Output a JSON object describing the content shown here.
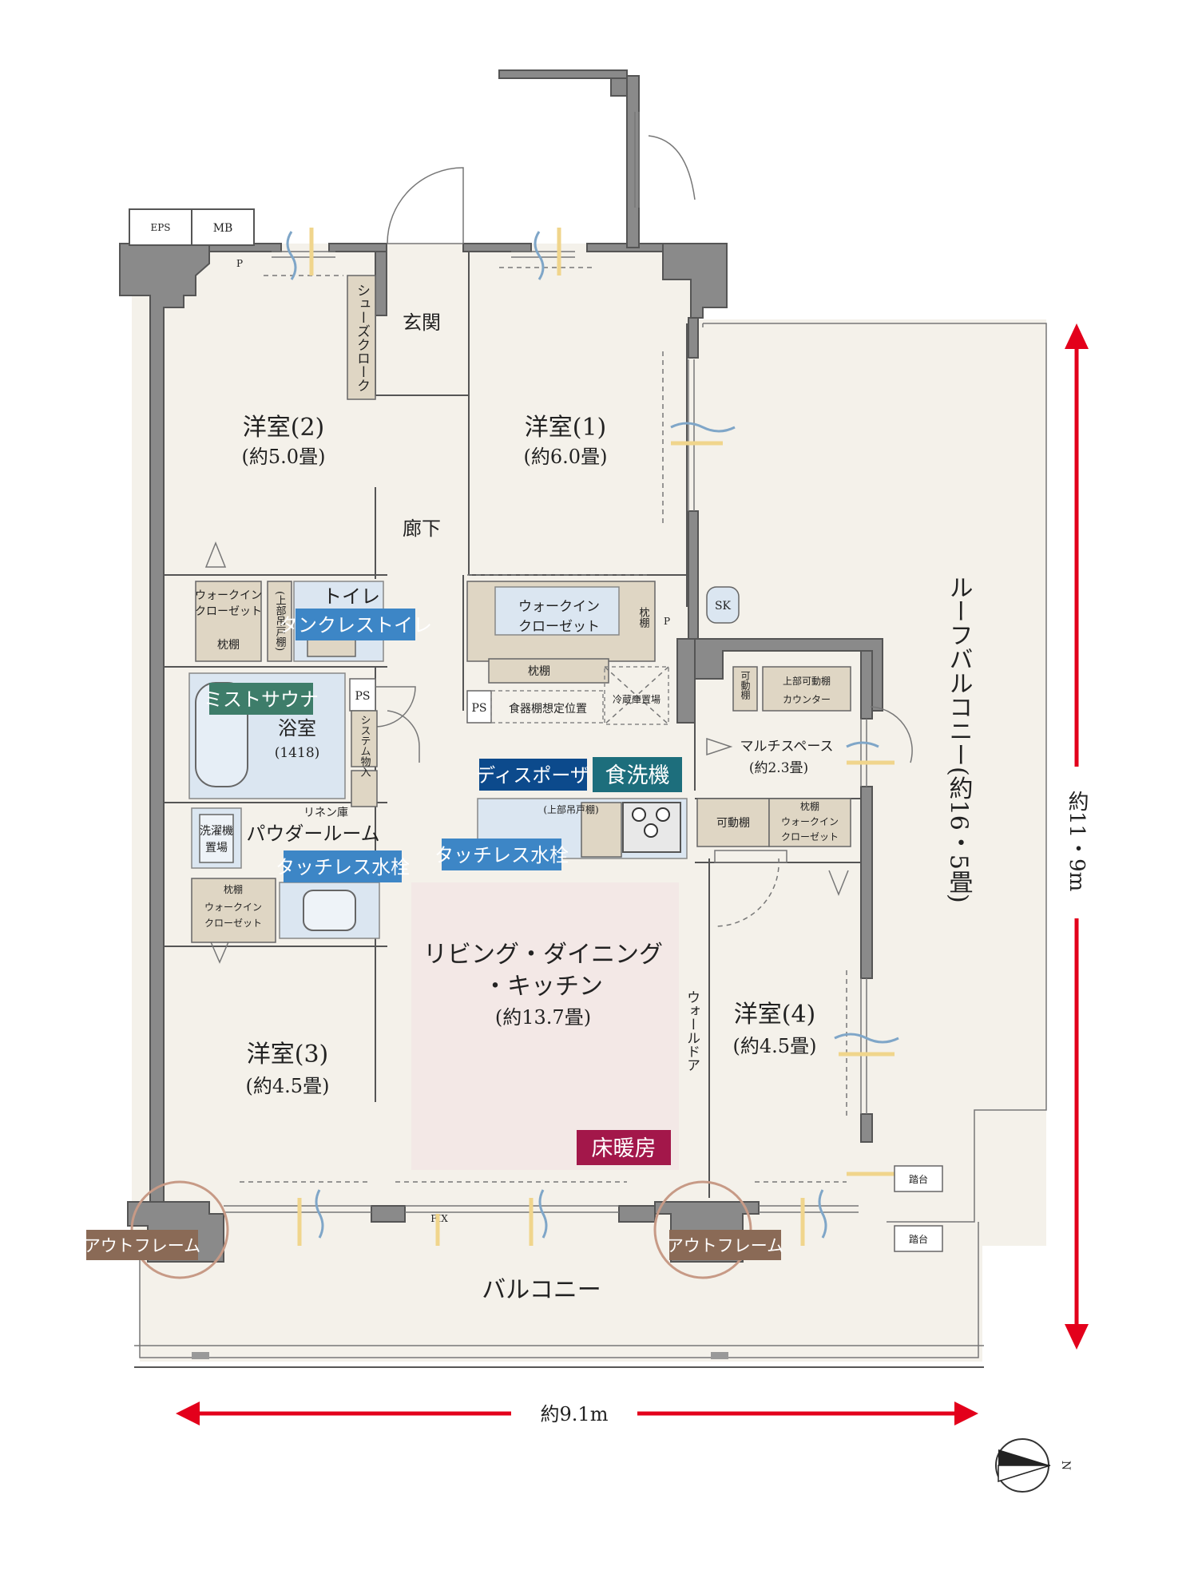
{
  "rooms": {
    "entrance": "玄関",
    "shoe_closet": "シューズクローク",
    "hallway": "廊下",
    "western2": {
      "name": "洋室(2)",
      "size": "(約5.0畳)"
    },
    "western1": {
      "name": "洋室(1)",
      "size": "(約6.0畳)"
    },
    "western3": {
      "name": "洋室(3)",
      "size": "(約4.5畳)"
    },
    "western4": {
      "name": "洋室(4)",
      "size": "(約4.5畳)"
    },
    "ldk": {
      "line1": "リビング・ダイニング",
      "line2": "・キッチン",
      "size": "(約13.7畳)"
    },
    "multi": {
      "name": "マルチスペース",
      "size": "(約2.3畳)"
    },
    "bath": {
      "name": "浴室",
      "size": "(1418)"
    },
    "powder": "パウダールーム",
    "toilet": "トイレ",
    "roof_balcony": "ルーフバルコニー(約16・5畳)",
    "balcony": "バルコニー"
  },
  "labels": {
    "eps": "EPS",
    "mb": "MB",
    "p": "P",
    "ps": "PS",
    "sk": "SK",
    "fix": "FIX",
    "walkin_closet": "ウォークイン\nクローゼット",
    "walkin1": "ウォークイン",
    "walkin2": "クローゼット",
    "pillow_shelf": "枕棚",
    "upper_hanging": "上部吊戸棚",
    "upper_hanging_paren": "(上部吊戸棚)",
    "system_storage": "システム物入",
    "linen": "リネン庫",
    "washer1": "洗濯機",
    "washer2": "置場",
    "dish_shelf": "食器棚想定位置",
    "fridge": "冷蔵庫置場",
    "movable_shelf": "可動棚",
    "movable_short": "可動棚",
    "upper_movable": "上部可動棚",
    "counter": "カウンター",
    "wall_door": "ウォールドア",
    "step": "踏台",
    "step2": "踏台"
  },
  "badges": {
    "tankless": "タンクレストイレ",
    "mist_sauna": "ミストサウナ",
    "disposer": "ディスポーザ",
    "dishwasher": "食洗機",
    "touchless1": "タッチレス水栓",
    "touchless2": "タッチレス水栓",
    "floor_heating": "床暖房",
    "outframe1": "アウトフレーム",
    "outframe2": "アウトフレーム"
  },
  "dimensions": {
    "width": "約9.1m",
    "depth": "約11・9m"
  },
  "compass": "N",
  "colors": {
    "accent_red": "#e3001b",
    "badge_blue": "#3d86c6",
    "badge_navy": "#0c4a8c",
    "badge_teal": "#2f6f73",
    "badge_green": "#3e7d6a",
    "badge_brown": "#8a6a56",
    "badge_wine": "#a3174a",
    "ldk_floor": "#f3e8e6"
  }
}
